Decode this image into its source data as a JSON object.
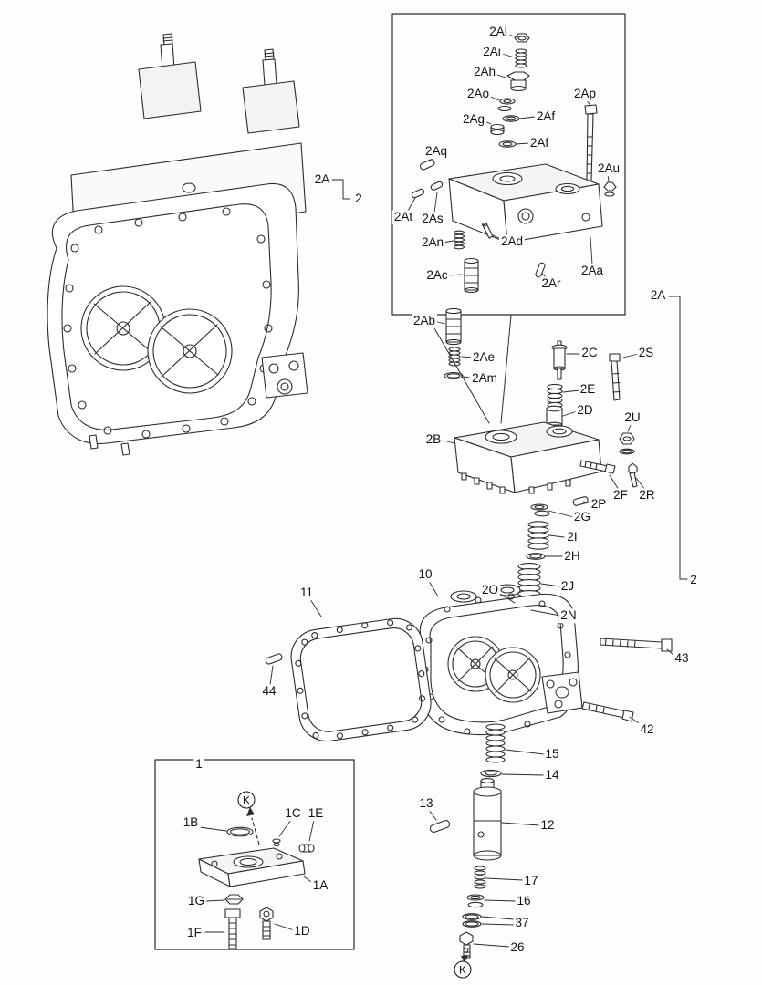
{
  "colors": {
    "line": "#2b2b2b",
    "background": "#fdfdfd"
  },
  "labels": {
    "al": "2Al",
    "ai": "2Ai",
    "ah": "2Ah",
    "ao": "2Ao",
    "ap": "2Ap",
    "af1": "2Af",
    "ag": "2Ag",
    "af2": "2Af",
    "aq": "2Aq",
    "au": "2Au",
    "at": "2At",
    "as_": "2As",
    "an": "2An",
    "ad": "2Ad",
    "ac": "2Ac",
    "ar": "2Ar",
    "aa": "2Aa",
    "ab": "2Ab",
    "ae": "2Ae",
    "am": "2Am",
    "a2_left": "2A",
    "two_left": "2",
    "a2_right": "2A",
    "two_right": "2",
    "c": "2C",
    "s": "2S",
    "e": "2E",
    "d": "2D",
    "u": "2U",
    "b": "2B",
    "f": "2F",
    "r": "2R",
    "p": "2P",
    "g": "2G",
    "i": "2I",
    "h": "2H",
    "j": "2J",
    "o": "2O",
    "n": "2N",
    "p10": "10",
    "p11": "11",
    "p44": "44",
    "p43": "43",
    "p42": "42",
    "p15": "15",
    "p14": "14",
    "p13": "13",
    "p12": "12",
    "p17": "17",
    "p16": "16",
    "p37": "37",
    "p26": "26",
    "k": "K",
    "one": "1",
    "b1": "1B",
    "c1": "1C",
    "e1": "1E",
    "a1": "1A",
    "g1": "1G",
    "f1": "1F",
    "d1": "1D"
  }
}
